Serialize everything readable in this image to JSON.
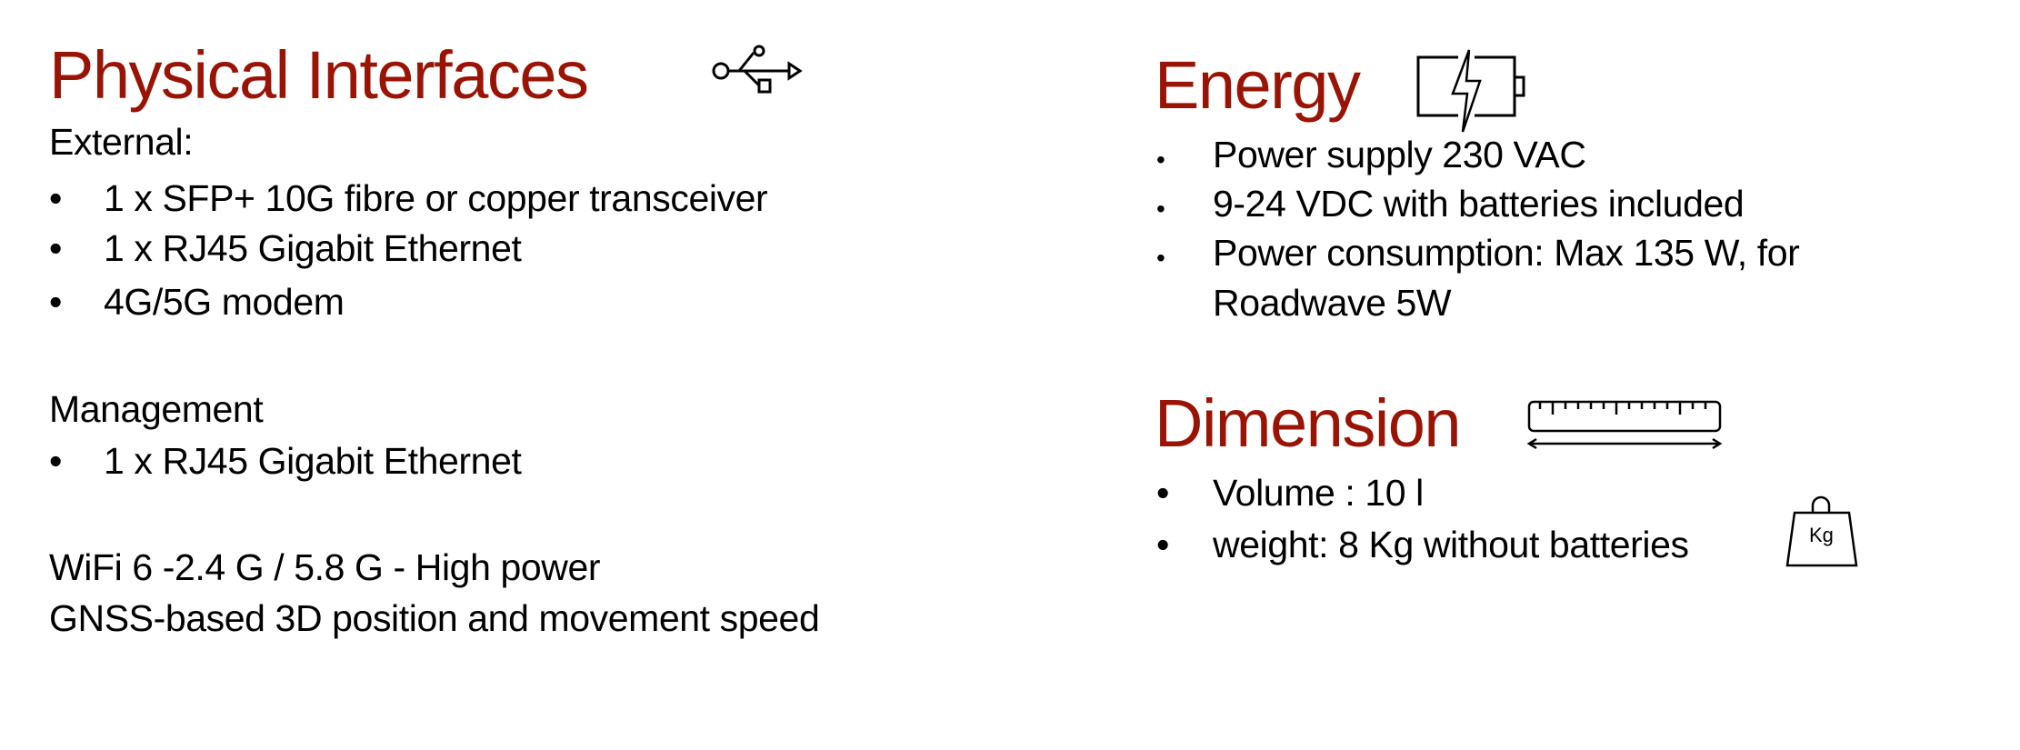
{
  "physical": {
    "title": "Physical Interfaces",
    "icon": "usb-icon",
    "external_label": "External:",
    "external_items": [
      "1 x SFP+ 10G fibre or copper transceiver",
      "1 x RJ45 Gigabit Ethernet",
      "4G/5G modem"
    ],
    "management_label": "Management",
    "management_items": [
      "1 x RJ45 Gigabit Ethernet"
    ],
    "wifi": "WiFi 6 -2.4 G / 5.8 G  - High power",
    "gnss": "GNSS-based 3D position and movement speed"
  },
  "energy": {
    "title": "Energy",
    "icon": "battery-charging-icon",
    "items": [
      "Power supply 230 VAC",
      "9-24  VDC with batteries included",
      "Power consumption: Max 135 W, for",
      "Roadwave 5W"
    ]
  },
  "dimension": {
    "title": "Dimension",
    "icon": "ruler-icon",
    "items": [
      "Volume : 10 l",
      "weight: 8 Kg without batteries"
    ],
    "weight_icon_text": "Kg"
  },
  "bullet": "•",
  "colors": {
    "heading": "#9a1406",
    "text": "#000000"
  }
}
